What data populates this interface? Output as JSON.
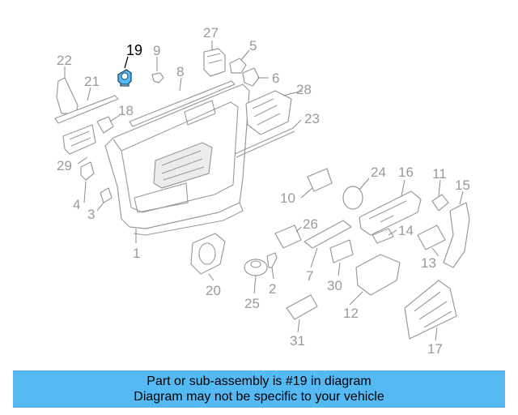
{
  "diagram": {
    "highlight_color": "#55b9f3",
    "highlighted_part": "19",
    "callouts": [
      "19",
      "27",
      "5",
      "22",
      "9",
      "8",
      "6",
      "21",
      "28",
      "18",
      "23",
      "29",
      "24",
      "16",
      "11",
      "15",
      "4",
      "10",
      "3",
      "26",
      "14",
      "1",
      "7",
      "13",
      "20",
      "30",
      "2",
      "25",
      "12",
      "31",
      "17"
    ]
  },
  "banner": {
    "color": "#55b9f3",
    "line1": "Part or sub-assembly is #19 in diagram",
    "line2": "Diagram may not be specific to your vehicle"
  }
}
